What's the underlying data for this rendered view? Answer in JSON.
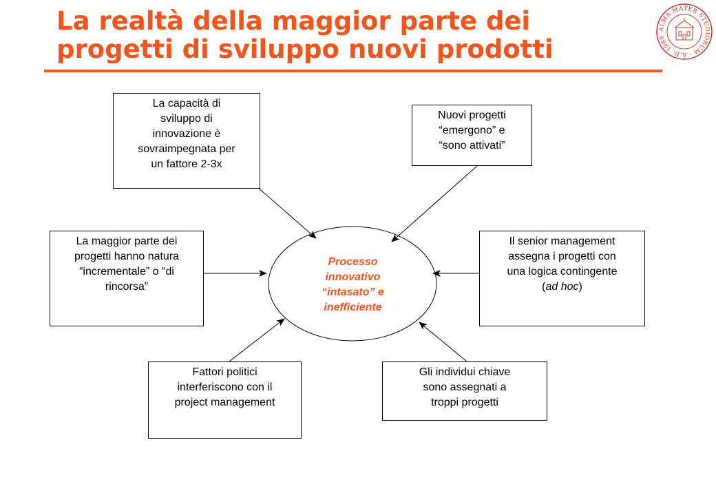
{
  "slide": {
    "title_line1": "La realtà della maggior parte dei",
    "title_line2": "progetti di sviluppo nuovi prodotti"
  },
  "logo": {
    "text": "ALMA MATER STUDIORUM · A.D. 1088",
    "color": "#c0392b"
  },
  "center": {
    "lines": [
      "Processo",
      "innovativo",
      "“intasato” e",
      "inefficiente"
    ],
    "color": "#f2541b"
  },
  "boxes": {
    "top_left": {
      "lines": [
        "La capacità di",
        "sviluppo di",
        "innovazione è",
        "sovraimpegnata per",
        "un fattore 2-3x"
      ]
    },
    "top_right": {
      "lines": [
        "Nuovi progetti",
        "“emergono” e",
        "“sono attivati”"
      ]
    },
    "mid_left": {
      "lines": [
        "La maggior parte dei",
        "progetti hanno natura",
        "“incrementale” o “di",
        "rincorsa”"
      ]
    },
    "mid_right": {
      "lines": [
        "Il senior management",
        "assegna i progetti con",
        "una logica contingente",
        "(ad hoc)"
      ]
    },
    "bottom_left": {
      "lines": [
        "Fattori politici",
        "interferiscono con il",
        "project management"
      ]
    },
    "bottom_right": {
      "lines": [
        "Gli individui chiave",
        "sono assegnati a",
        "troppi progetti"
      ]
    }
  },
  "colors": {
    "accent": "#f2541b",
    "border": "#000000"
  }
}
